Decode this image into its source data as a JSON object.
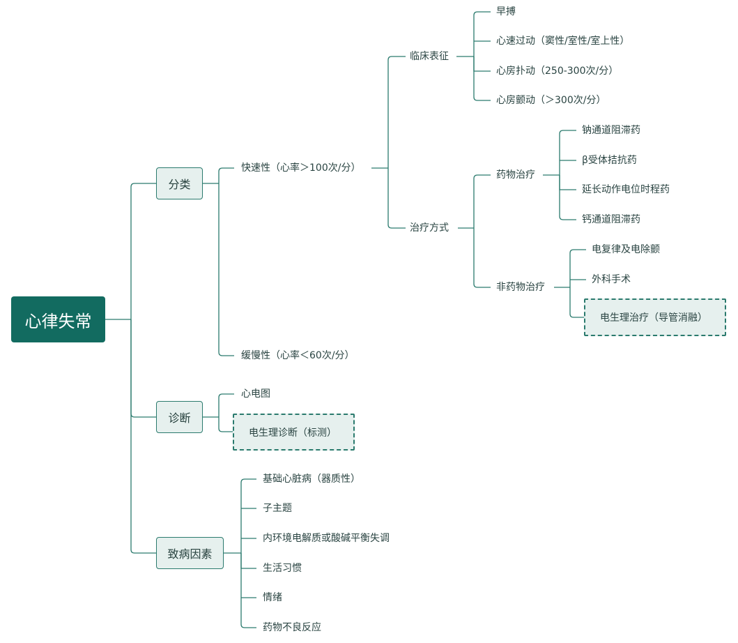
{
  "root": "心律失常",
  "categories": {
    "classification": "分类",
    "diagnosis": "诊断",
    "etiology": "致病因素"
  },
  "classification": {
    "tachy": {
      "label": "快速性（心率＞100次/分）",
      "clinical": {
        "label": "临床表征",
        "items": [
          "早搏",
          "心速过动（窦性/室性/室上性）",
          "心房扑动（250-300次/分）",
          "心房颤动（＞300次/分）"
        ]
      },
      "treatment": {
        "label": "治疗方式",
        "drug": {
          "label": "药物治疗",
          "items": [
            "钠通道阻滞药",
            "β受体拮抗药",
            "延长动作电位时程药",
            "钙通道阻滞药"
          ]
        },
        "non_drug": {
          "label": "非药物治疗",
          "items": [
            "电复律及电除颤",
            "外科手术",
            "电生理治疗（导管消融）"
          ]
        }
      }
    },
    "brady": {
      "label": "缓慢性（心率＜60次/分）"
    }
  },
  "diagnosis": {
    "items": [
      "心电图",
      "电生理诊断（标测）"
    ]
  },
  "etiology": {
    "items": [
      "基础心脏病（器质性）",
      "子主题",
      "内环境电解质或酸碱平衡失调",
      "生活习惯",
      "情绪",
      "药物不良反应"
    ]
  },
  "colors": {
    "root_fill": "#126b60",
    "line": "#2a7a6d",
    "node_fill": "#e6f0ee"
  }
}
